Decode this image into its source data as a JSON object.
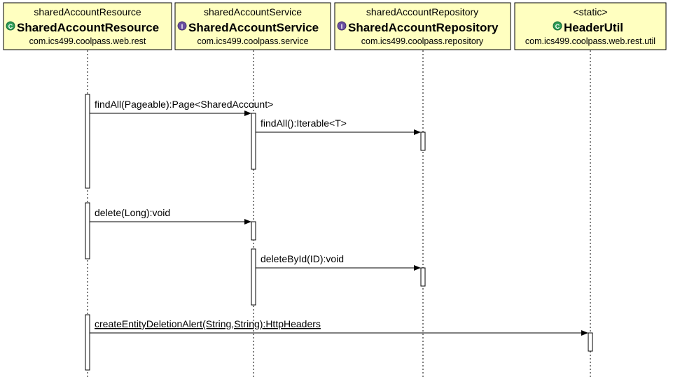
{
  "lifelines": [
    {
      "id": "resource",
      "instance": "sharedAccountResource",
      "kind": "class",
      "type": "SharedAccountResource",
      "package": "com.ics499.coolpass.web.rest"
    },
    {
      "id": "service",
      "instance": "sharedAccountService",
      "kind": "interface",
      "type": "SharedAccountService",
      "package": "com.ics499.coolpass.service"
    },
    {
      "id": "repository",
      "instance": "sharedAccountRepository",
      "kind": "interface",
      "type": "SharedAccountRepository",
      "package": "com.ics499.coolpass.repository"
    },
    {
      "id": "headerutil",
      "instance": "<static>",
      "kind": "class",
      "type": "HeaderUtil",
      "package": "com.ics499.coolpass.web.rest.util"
    }
  ],
  "messages": [
    {
      "label": "findAll(Pageable):Page<SharedAccount>",
      "from": "resource",
      "to": "service",
      "underlined": false
    },
    {
      "label": "findAll():Iterable<T>",
      "from": "service",
      "to": "repository",
      "underlined": false
    },
    {
      "label": "delete(Long):void",
      "from": "resource",
      "to": "service",
      "underlined": false
    },
    {
      "label": "deleteById(ID):void",
      "from": "service",
      "to": "repository",
      "underlined": false
    },
    {
      "label": "createEntityDeletionAlert(String,String):HttpHeaders",
      "from": "resource",
      "to": "headerutil",
      "underlined": true
    }
  ],
  "icons": {
    "class": "class-icon",
    "interface": "interface-icon"
  },
  "colors": {
    "box_fill": "#ffffc0",
    "class_icon": "#2e9c56",
    "interface_icon": "#6b4ea0"
  }
}
